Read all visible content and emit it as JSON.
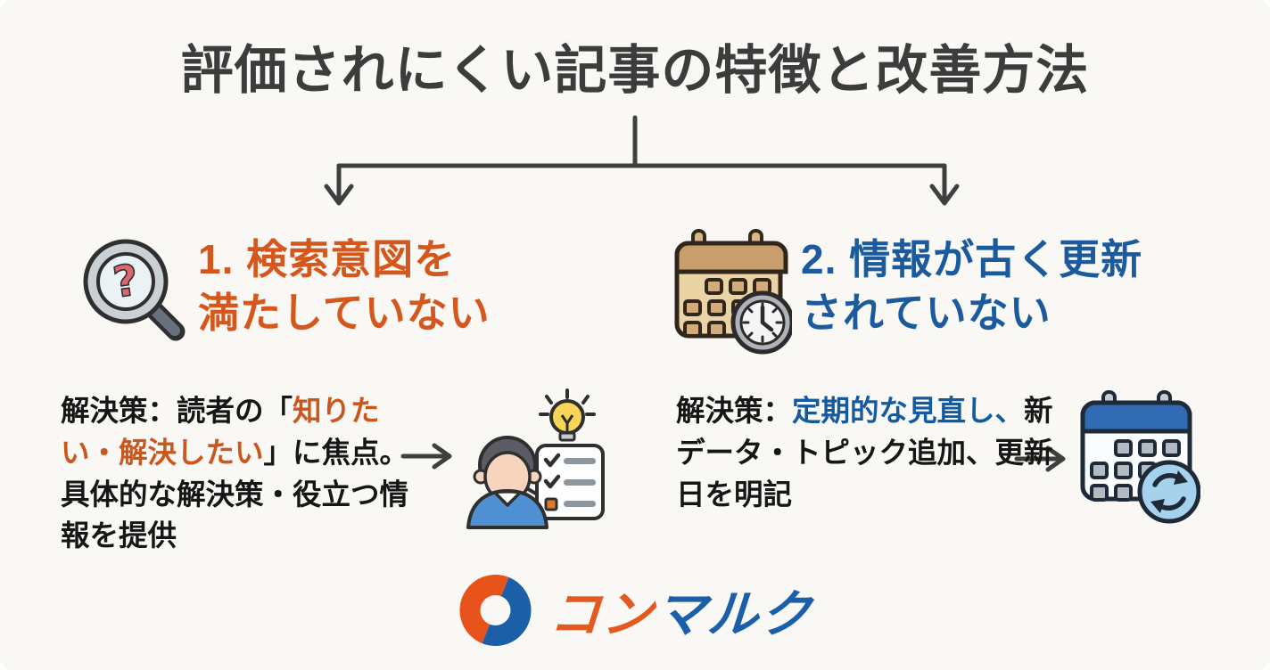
{
  "infographic": {
    "title": "評価されにくい記事の特徴と改善方法",
    "background_color": "#F9F8F4",
    "connector_color": "#3F3F3F",
    "sections": [
      {
        "icon": "magnifier-question-icon",
        "accent_color": "#D4571D",
        "heading_line1": "1. 検索意図を",
        "heading_line2": "満たしていない",
        "solution_prefix": "解決策：読者の「",
        "solution_highlight": "知りたい・解決したい",
        "solution_suffix": "」に焦点。具体的な解決策・役立つ情報を提供",
        "result_icon": "person-checklist-idea-icon"
      },
      {
        "icon": "calendar-clock-icon",
        "accent_color": "#1B5B9D",
        "heading_line1": "2. 情報が古く更新",
        "heading_line2": "されていない",
        "solution_prefix": "解決策：",
        "solution_highlight": "定期的な見直し、",
        "solution_suffix": "新データ・トピック追加、更新日を明記",
        "result_icon": "calendar-refresh-icon"
      }
    ],
    "logo": {
      "mark_icon": "conmarc-logo-mark",
      "text_orange": "コン",
      "text_blue": "マルク",
      "orange_hex": "#E25A1F",
      "blue_hex": "#1A5FA8"
    }
  }
}
